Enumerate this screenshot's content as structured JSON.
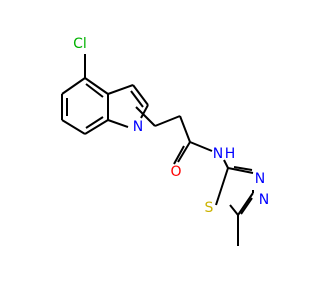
{
  "molecule": {
    "atoms": {
      "cl": {
        "label": "Cl",
        "color": "#00b200"
      },
      "n_indole": {
        "label": "N",
        "color": "#0000ff"
      },
      "o_amide": {
        "label": "O",
        "color": "#ff0000"
      },
      "n_amide": {
        "label": "N",
        "color": "#0000ff"
      },
      "h_amide": {
        "label": "H",
        "color": "#0000ff"
      },
      "s_ring": {
        "label": "S",
        "color": "#ccb300"
      },
      "n_ring_3": {
        "label": "N",
        "color": "#0000ff"
      },
      "n_ring_4": {
        "label": "N",
        "color": "#0000ff"
      }
    }
  }
}
